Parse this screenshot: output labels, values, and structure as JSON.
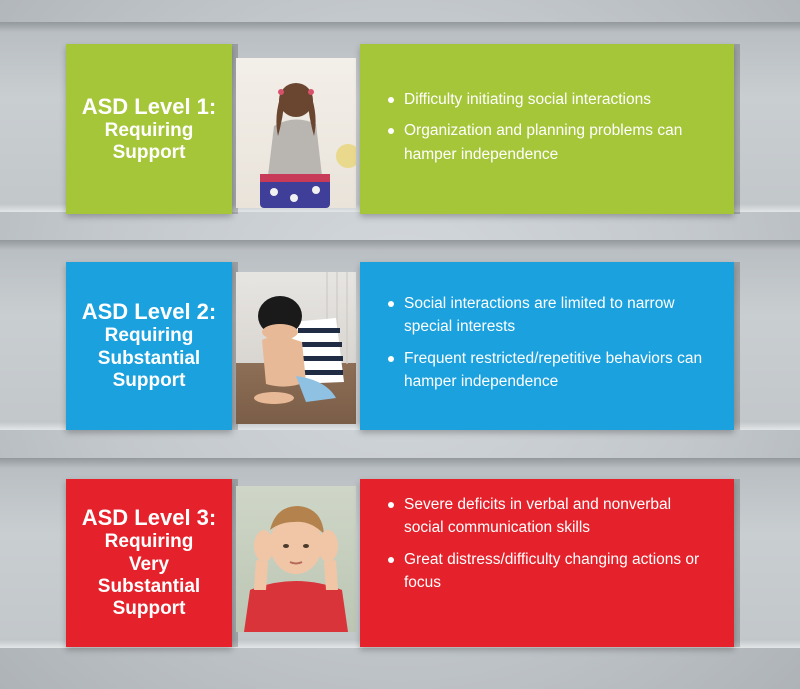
{
  "colors": {
    "level1": "#a6c63a",
    "level2": "#1aa1de",
    "level3": "#e5222b"
  },
  "levels": [
    {
      "title_line1": "ASD Level 1:",
      "title_lines": [
        "Requiring",
        "Support"
      ],
      "photo_icon": "child-sitting-photo",
      "bullets": [
        "Difficulty initiating social interactions",
        "Organization and planning problems can hamper independence"
      ]
    },
    {
      "title_line1": "ASD Level 2:",
      "title_lines": [
        "Requiring",
        "Substantial",
        "Support"
      ],
      "photo_icon": "child-hiding-face-photo",
      "bullets": [
        "Social interactions are limited to narrow special interests",
        "Frequent restricted/repetitive behaviors can hamper independence"
      ]
    },
    {
      "title_line1": "ASD Level 3:",
      "title_lines": [
        "Requiring",
        "Very",
        "Substantial",
        "Support"
      ],
      "photo_icon": "child-covering-ears-photo",
      "bullets": [
        "Severe deficits in verbal and nonverbal social communication skills",
        "Great distress/difficulty changing actions or focus"
      ]
    }
  ]
}
